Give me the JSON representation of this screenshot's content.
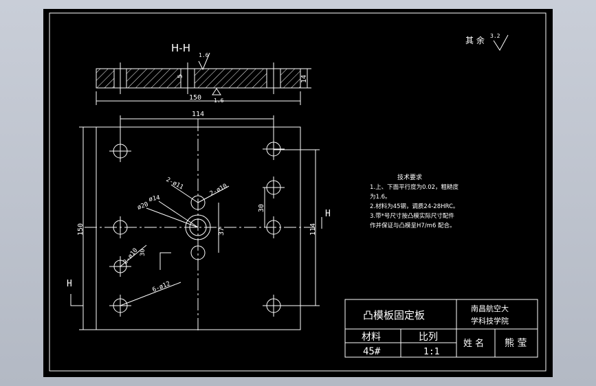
{
  "drawing": {
    "section_label": "H-H",
    "section_mark": "H",
    "roughness_other": "其 余",
    "roughness_other_value": "3.2",
    "roughness_top": "1.6",
    "roughness_bottom": "1.6",
    "dims": {
      "width_150": "150",
      "width_114": "114",
      "height_150": "150",
      "height_114": "114",
      "thickness_14": "14",
      "dim_30": "30",
      "dim_37": "37",
      "dim_5": "5",
      "hole_2_11": "2-ø11",
      "hole_2_10": "2-ø10",
      "hole_14": "ø14",
      "hole_20": "ø20",
      "hole_2_10_30": "2-ø10",
      "hole_30": "30",
      "hole_6_12": "6-ø12"
    },
    "tech_req": {
      "title": "技术要求",
      "line1": "1.上、下面平行度为0.02，粗糙度",
      "line2": "为1.6。",
      "line3": "2.材料为45钢，调质24-28HRC。",
      "line4": "3.带*号尺寸按凸模实际尺寸配件",
      "line5": "作并保证与凸模呈H7/m6  配合。"
    }
  },
  "title_block": {
    "part_name": "凸模板固定板",
    "school_line1": "南昌航空大",
    "school_line2": "学科技学院",
    "material_label": "材料",
    "material_value": "45#",
    "scale_label": "比列",
    "scale_value": "1:1",
    "name_label": "姓 名",
    "name_value": "熊 莹"
  }
}
